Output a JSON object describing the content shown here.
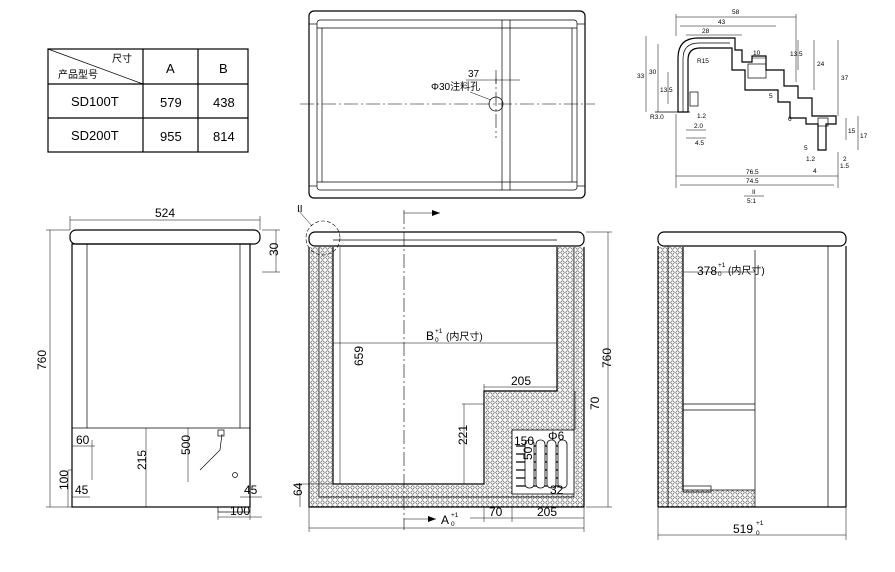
{
  "table": {
    "header_corner_top": "尺寸",
    "header_corner_bottom": "产品型号",
    "col_a": "A",
    "col_b": "B",
    "rows": [
      {
        "model": "SD100T",
        "a": "579",
        "b": "438"
      },
      {
        "model": "SD200T",
        "a": "955",
        "b": "814"
      }
    ]
  },
  "top_view": {
    "dim_37": "37",
    "hole_note": "Φ30注料孔"
  },
  "detail": {
    "title": "II",
    "scale": "5:1",
    "dims": {
      "d58": "58",
      "d43": "43",
      "d28": "28",
      "d33": "33",
      "d30": "30",
      "d10": "10",
      "d13_5a": "13.5",
      "d24": "24",
      "d37": "37",
      "dR15": "R15",
      "d13_5b": "13.5",
      "d5": "5",
      "dR3": "R3.0",
      "d1_2a": "1.2",
      "d2_0": "2.0",
      "d4_5": "4.5",
      "d6": "6",
      "d17": "17",
      "d15": "15",
      "d5b": "5",
      "d1_2b": "1.2",
      "d2": "2",
      "d1_5": "1.5",
      "d4": "4",
      "d76_5": "76.5",
      "d74_5": "74.5"
    }
  },
  "left_view": {
    "d524": "524",
    "d30": "30",
    "d760": "760",
    "d60": "60",
    "d500": "500",
    "d215": "215",
    "d100a": "100",
    "d45a": "45",
    "d45b": "45",
    "d100b": "100"
  },
  "front_section": {
    "section_mark": "II",
    "d659": "659",
    "b_label": "B",
    "b_tol_sup": "+1",
    "b_tol_sub": "0",
    "b_note": "(内尺寸)",
    "d205a": "205",
    "d70a": "70",
    "d221": "221",
    "d150": "150",
    "d6": "Φ6",
    "d50": "50",
    "d32": "32",
    "d760": "760",
    "d64": "64",
    "a_label": "A",
    "a_tol_sup": "+1",
    "a_tol_sub": "0",
    "d70b": "70",
    "d205b": "205"
  },
  "side_section": {
    "d378": "378",
    "d378_sup": "+1",
    "d378_sub": "0",
    "d378_note": "(内尺寸)",
    "d519": "519",
    "d519_sup": "+1",
    "d519_sub": "0"
  }
}
